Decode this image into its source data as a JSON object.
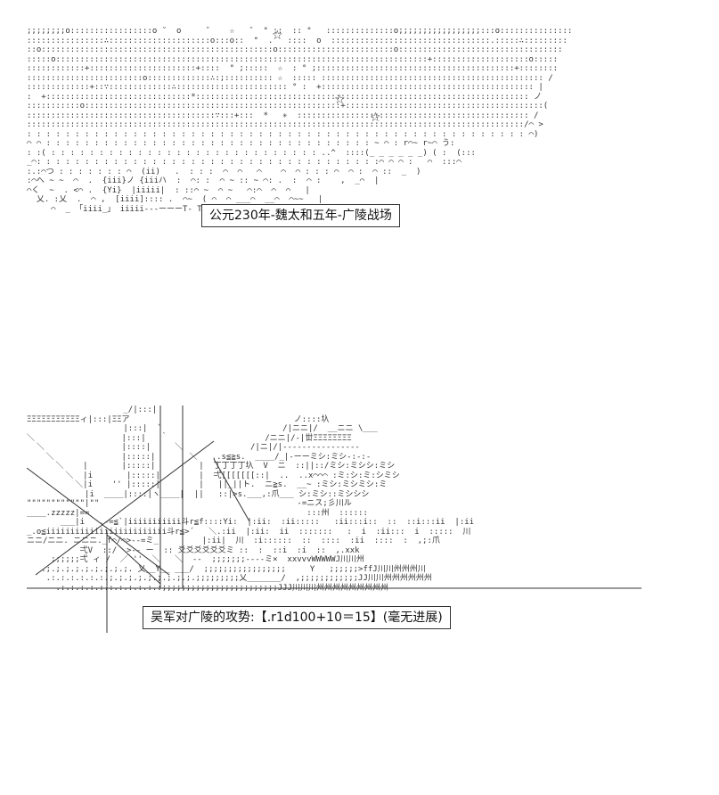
{
  "scene_top": {
    "caption": "公元230年-魏太和五年-广陵战场"
  },
  "scene_bottom": {
    "caption": "吴军对广陵的攻势:【.r1d100+10＝15】(毫无进展)"
  },
  "ascii": {
    "sky_rows": [
      ";;;;;;;;o:::::::::::::::::o ˚  o     ˚    ☆   ˚  ° ::  :: °   ::::::::::::::o;;;;;;;;;;;;;;;;;:::o:::::::::::::::",
      "::::::::::::::::∴:::::::::::::::::::::o:::o::  °  .   ::::  o  :::::::::::::::::::::::::::::::::.:::::∴:::::::::",
      "::o::::::::::::::::::::::::::::::::::::::::::::::::o::::::::::::::::::::::::o::::::::::::::::::::::::::::::::::",
      ":::::o:::::::::::::::::::::::::::::::::::::::::::::::::::::::::::::::::::::::::::::+::::::::::::::::::::o:::::",
      "::::::::::::+::::::::::::::::::::::+::::  ° ;:::::  ☆  : ° ;:::::::::::::::::::::::::::::::::::::::::+::::::::",
      "::::::::::::::::::::::::o:::::::::::::∴:;:::::::::: ☆  ::::: :::::::::::::::::::::::::::::::::::::::::::::: /",
      ":::::::::::::+::∵:::::::::::::∴::::::::::::::::::::::: ° :  +:::::::::::::::::::::::::::::::::::::::::::: |",
      ":  +::::::::::::::::::::::::::::::*::::::::::::::::::::::::::::::::::::::::::::::::::::::::::::::::::::: ノ",
      ":::::::::::o:::::::::::::::::::::::::::::::::::::::::::::::::::::+:::::::::::::::::::::::::::::::::::::::::(",
      ":::::::::::::::::::::::::::::::::::::::∵:::+:::  *   ✳  :::::::::::::::::::::::::::::::::::::::::::::::: /",
      ":::::::::::::::::::::::::::::::::::::::::::::::::::::::::::::::::::::::::::::::::::::::::::::::::::::::/⌒ >",
      ": : : : : : : : : : : : : : : : : : : : : : : : : : : : : : : : : : : : : : : : : : : : : : : : : : : : ⌒)",
      "⌒ ⌒ : : : : : : : : : : : : : : : : : : : : : : : : : : : : : : : : : : ~ ⌒ : r⌒~ r~⌒ う:",
      ": :( : : : : : : : : : : : : : : : : : : : : : : : : : : : : ..^  ::::(_ _ _ _ _ _) ( :  (:::",
      "_⌒: : : : : : : : : : : : : : : : : : : : : : : : : : : : : : : : : : : :⌒ ⌒ ⌒ :   ⌒  :::⌒",
      ":.:⌒つ : : : : : : : ⌒  (ii)   .  : : :  ⌒  ⌒   ⌒    ⌒  ⌒ : : : ⌒  ⌒ :  ⌒ ::  _  )",
      ":⌒へ ~ ~  ⌒  .  {iii}ノ {iiiハ  :  ⌒: :  ⌒ ~ :: ~ ⌒: .  :  ⌒ :    ,  _⌒  |",
      "⌒く  ~  . <⌒ .  {Yi}  |iiiii|  : ::⌒ ~  ⌒ ~   ⌒:⌒  ⌒  ⌒   |",
      "  乂. :乂  .  ⌒ ,  [iiii]:::: .  ⌒~  ( ⌒  ⌒ ___⌒  __⌒  ⌒~~   |",
      "     ⌒  _ 「iiii_」 iiiii---ーーーT- T ⌒ T丁 :  |  : :  |  ⌒~~ |"
    ],
    "battle_rows": [
      "                    _/|:::|",
      "ΞΞΞΞΞΞΞΞΞΞΞィ|:::|ΞΞア                                  ノ::::圦",
      "                    |:::|  `                         /|ニニ|/  __ニニ \\___",
      "＼                  |:::|   ｀                    /ニニ|/-|丗ΞΞΞΞΞΞΞΞ",
      "  ＼                |::::|     ＼              /|ニ|/|----------------",
      "    ＼              |:::::|       ＼   ..s≦≧s.  ____/_|-ーーミシ:ミシ-:-:-",
      "      ＼    |       |:::::|         |  丁丁丁丁圦  V  ニ  ::||::/ミシ:ミシシ:ミシ",
      "        ＼  |i       |:::::|        |  弌[[[[[[[::|  ..  ..x⌒⌒⌒ :ミ:シ:ミ:シミシ",
      "          ＼|i    '' |:::::|        |   ||_||ト.  ニ≧s.  __~ :ミシ:ミシミシ:ミ",
      "            |i  ____|::::|ヽ____|  ||   ::|>s.___,:爪___ シ:ミシ::ミシシシ",
      "\"\"\"\"\"\"\"\"\"\"\"\"|\"\"                                         -=ニス;彡川ル",
      "____.zzzzz|==                                             :::州  ::::::",
      "       ___|i   .-=≦`|iiiiiiiiiii斗r≦f::::Yi:  |:ii:  :ii:::::   :ii:::i::  ::  ::i:::ii  |:ii",
      "_.o≦iiiiiiiiiiiiiiiiiiiiiiiii斗r≦>´   ＼.:ii  |:ii:  ii  :::::::   :  i  :ii:::  i  :::::  川",
      "ニニ/ニニ. ニニニ._f⌒/⌒>--=ミ_         |:ii|  川  :i::::::  ::  ::::  :ii  ::::  :  ,;:爪",
      "           弌V  ::/  >-- ー  :: 爻爻爻爻爻爻ミ ::  :  ::i  :i  ::  ,.xxk",
      "     ;;;;;;弌 ィ /  ／ ''  ＼   ＼  --  ;;;;;;;----ミ×  xxvvvWWWWWJ川川州",
      "   .;.;.;.;.;.;.;.;.;. 乂__Y__ ___/  ;;;;;;;;;;;;;;;;;     Y   ;;;;;;>ffJ川川州州州川",
      "    .:.:.:.:.:.:.;.;.;.;.;.;.;.;.;.;;;;;;;;;乂_______/  ,;;;;;;;;;;;;JJ川川州州州州州州",
      "      .:.:.:.:.:.:.:.:.:.:.:;;;;;;;;;;;;;;;;;;;;;;;;JJJ川川川州州州州州州州州州"
    ]
  }
}
